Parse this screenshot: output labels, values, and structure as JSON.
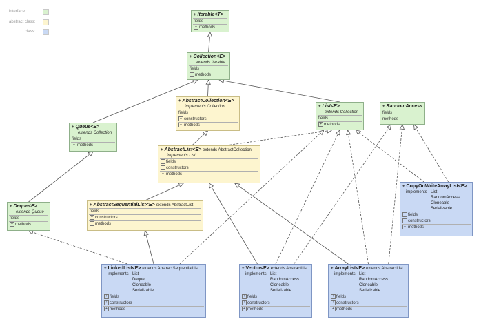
{
  "legend": [
    {
      "label": "interface:",
      "color": "#d9f2cf"
    },
    {
      "label": "abstract class:",
      "color": "#fdf5cf"
    },
    {
      "label": "class:",
      "color": "#c9d9f4"
    }
  ],
  "nodes": {
    "iterable": {
      "marker": "+",
      "name": "Iterable<T>",
      "fields": "fields",
      "methods": "methods"
    },
    "collection": {
      "marker": "+",
      "name": "Collection<E>",
      "extends_line": "extends  Iterable",
      "fields": "fields",
      "methods": "methods"
    },
    "abstract_collection": {
      "marker": "+",
      "name": "AbstractCollection<E>",
      "implements_line": "implements  Collection",
      "fields": "fields",
      "constructors": "constructors",
      "methods": "methods"
    },
    "list": {
      "marker": "+",
      "name": "List<E>",
      "extends_line": "extends  Collection",
      "fields": "fields",
      "methods": "methods"
    },
    "random_access": {
      "marker": "+",
      "name": "RandomAccess",
      "fields": "fields",
      "methods": "methods"
    },
    "queue": {
      "marker": "+",
      "name": "Queue<E>",
      "extends_line": "extends  Collection",
      "fields": "fields",
      "methods": "methods"
    },
    "abstract_list": {
      "marker": "+",
      "name": "AbstractList<E>",
      "extends_text": "extends AbstractCollection",
      "implements_line": "implements  List",
      "fields": "fields",
      "constructors": "constructors",
      "methods": "methods"
    },
    "deque": {
      "marker": "+",
      "name": "Deque<E>",
      "extends_line": "extends  Queue",
      "fields": "fields",
      "methods": "methods"
    },
    "abstract_sequential_list": {
      "marker": "+",
      "name": "AbstractSequentialList<E>",
      "extends_text": "extends AbstractList",
      "fields": "fields",
      "constructors": "constructors",
      "methods": "methods"
    },
    "cow_array_list": {
      "marker": "+",
      "name": "CopyOnWriteArrayList<E>",
      "implements_label": "implements",
      "implements": [
        "List",
        "RandomAccess",
        "Cloneable",
        "Serializable"
      ],
      "fields": "fields",
      "constructors": "constructors",
      "methods": "methods"
    },
    "linked_list": {
      "marker": "+",
      "name": "LinkedList<E>",
      "extends_text": "extends AbstractSequentialList",
      "implements_label": "implements",
      "implements": [
        "List",
        "Deque",
        "Cloneable",
        "Serializable"
      ],
      "fields": "fields",
      "constructors": "constructors",
      "methods": "methods"
    },
    "vector": {
      "marker": "+",
      "name": "Vector<E>",
      "extends_text": "extends AbstractList",
      "implements_label": "implements",
      "implements": [
        "List",
        "RandomAccess",
        "Cloneable",
        "Serializable"
      ],
      "fields": "fields",
      "constructors": "constructors",
      "methods": "methods"
    },
    "array_list": {
      "marker": "+",
      "name": "ArrayList<E>",
      "extends_text": "extends AbstractList",
      "implements_label": "implements",
      "implements": [
        "List",
        "RandomAccess",
        "Cloneable",
        "Serializable"
      ],
      "fields": "fields",
      "constructors": "constructors",
      "methods": "methods"
    }
  },
  "edges": [
    {
      "from": "collection",
      "to": "iterable",
      "style": "solid"
    },
    {
      "from": "abstract_collection",
      "to": "collection",
      "style": "solid"
    },
    {
      "from": "queue",
      "to": "collection",
      "style": "solid"
    },
    {
      "from": "list",
      "to": "collection",
      "style": "solid"
    },
    {
      "from": "abstract_list",
      "to": "abstract_collection",
      "style": "solid"
    },
    {
      "from": "abstract_list",
      "to": "list",
      "style": "dashed"
    },
    {
      "from": "deque",
      "to": "queue",
      "style": "solid"
    },
    {
      "from": "abstract_sequential_list",
      "to": "abstract_list",
      "style": "solid"
    },
    {
      "from": "cow_array_list",
      "to": "list",
      "style": "dashed"
    },
    {
      "from": "cow_array_list",
      "to": "random_access",
      "style": "dashed"
    },
    {
      "from": "linked_list",
      "to": "abstract_sequential_list",
      "style": "solid"
    },
    {
      "from": "linked_list",
      "to": "deque",
      "style": "dashed"
    },
    {
      "from": "linked_list",
      "to": "list",
      "style": "dashed"
    },
    {
      "from": "vector",
      "to": "abstract_list",
      "style": "solid"
    },
    {
      "from": "vector",
      "to": "list",
      "style": "dashed"
    },
    {
      "from": "vector",
      "to": "random_access",
      "style": "dashed"
    },
    {
      "from": "array_list",
      "to": "abstract_list",
      "style": "solid"
    },
    {
      "from": "array_list",
      "to": "list",
      "style": "dashed"
    },
    {
      "from": "array_list",
      "to": "random_access",
      "style": "dashed"
    }
  ]
}
